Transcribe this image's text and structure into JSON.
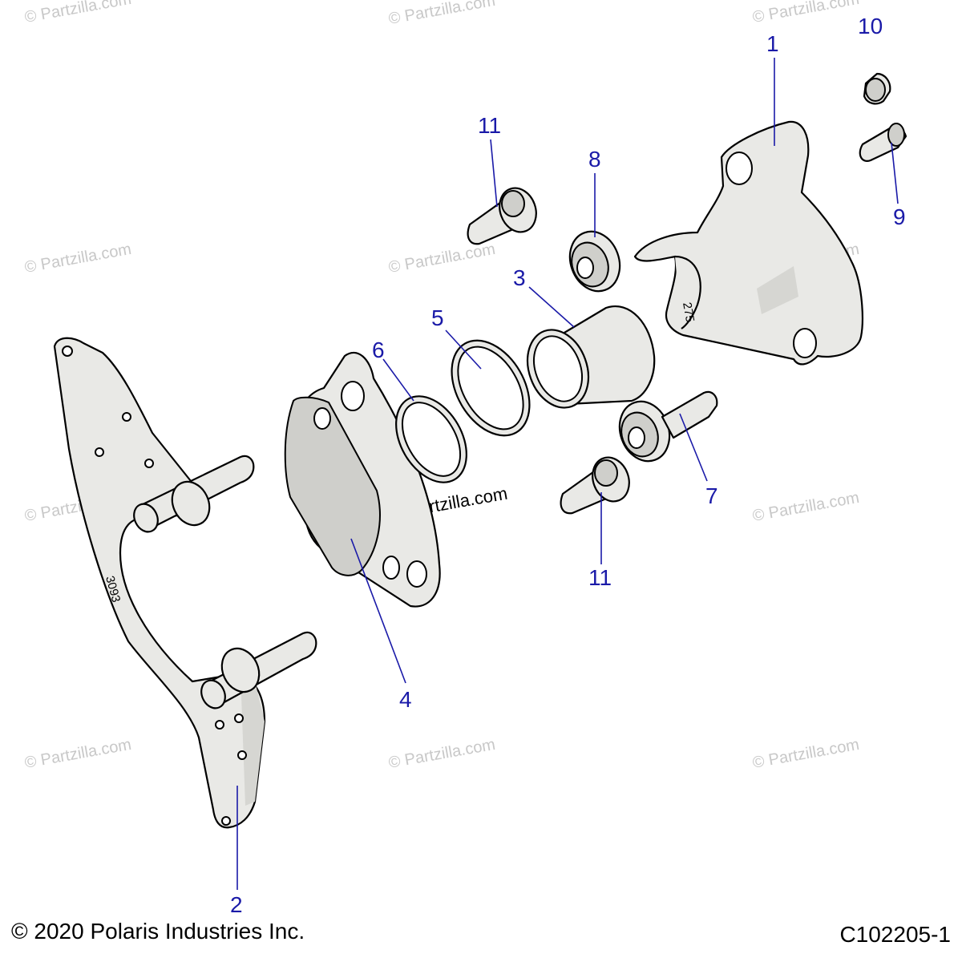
{
  "watermark": "© Partzilla.com",
  "copyright": "© 2020 Polaris Industries Inc.",
  "diagram_id": "C102205-1",
  "stamps": {
    "bracket": "3093",
    "caliper": "275"
  },
  "callouts": {
    "c1": "1",
    "c2": "2",
    "c3": "3",
    "c4": "4",
    "c5": "5",
    "c6": "6",
    "c7": "7",
    "c8": "8",
    "c9": "9",
    "c10": "10",
    "c11a": "11",
    "c11b": "11"
  },
  "colors": {
    "callout": "#1a1aa8",
    "part_fill": "#e9e9e6",
    "watermark": "#c8c8c8"
  }
}
